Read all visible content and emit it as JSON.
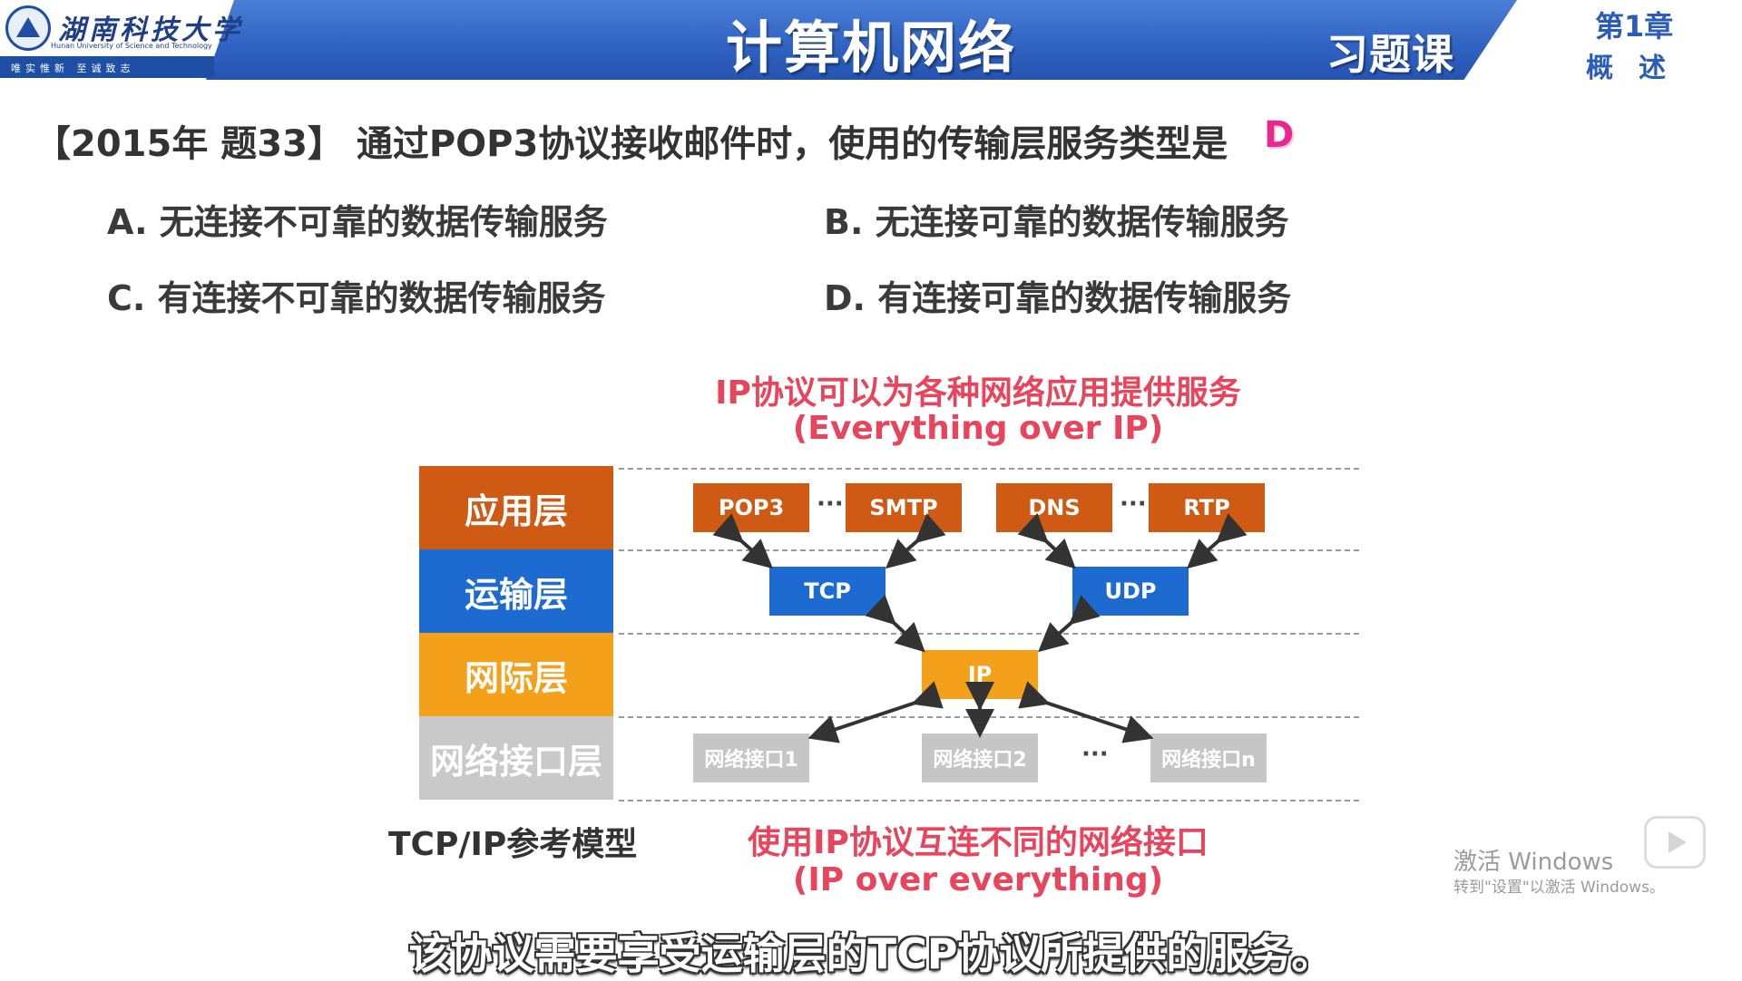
{
  "header": {
    "university_name": "湖南科技大学",
    "university_en": "Hunan University of Science and Technology",
    "motto": "唯实惟新 至诚致志",
    "course_title": "计算机网络",
    "lesson_type": "习题课",
    "chapter_no": "第1章",
    "chapter_name": "概述"
  },
  "question": {
    "text": "【2015年 题33】 通过POP3协议接收邮件时，使用的传输层服务类型是",
    "answer": "D",
    "options": {
      "a": "A. 无连接不可靠的数据传输服务",
      "b": "B. 无连接可靠的数据传输服务",
      "c": "C. 有连接不可靠的数据传输服务",
      "d": "D. 有连接可靠的数据传输服务"
    }
  },
  "diagram": {
    "note_top_1": "IP协议可以为各种网络应用提供服务",
    "note_top_2": "(Everything over IP)",
    "note_bottom_1": "使用IP协议互连不同的网络接口",
    "note_bottom_2": "(IP over everything)",
    "model_label": "TCP/IP参考模型",
    "layers": {
      "app": "应用层",
      "transport": "运输层",
      "internet": "网际层",
      "link": "网络接口层"
    },
    "boxes": {
      "pop3": "POP3",
      "smtp": "SMTP",
      "dns": "DNS",
      "rtp": "RTP",
      "tcp": "TCP",
      "udp": "UDP",
      "ip": "IP",
      "nic1": "网络接口1",
      "nic2": "网络接口2",
      "nicn": "网络接口n"
    },
    "ellipsis": "···",
    "colors": {
      "app": "#cf5a13",
      "transport": "#1d6bd0",
      "internet": "#f4a01a",
      "link": "#c9c9c9",
      "note": "#e8445c",
      "answer": "#e8278f"
    }
  },
  "overlay": {
    "activate_title": "激活 Windows",
    "activate_sub": "转到\"设置\"以激活 Windows。",
    "subtitle": "该协议需要享受运输层的TCP协议所提供的服务。",
    "play_icon": "play-icon"
  }
}
